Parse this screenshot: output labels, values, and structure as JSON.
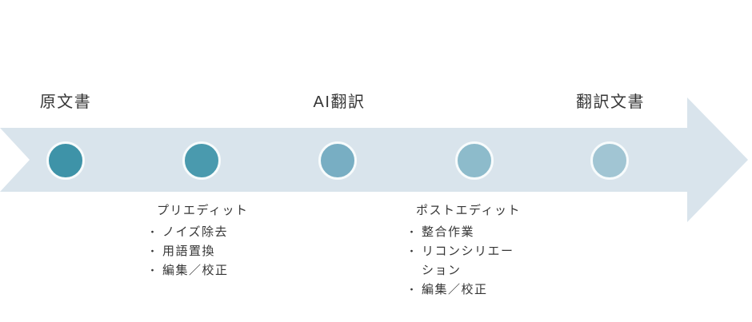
{
  "diagram": {
    "stage_labels": [
      "原文書",
      "AI翻訳",
      "翻訳文書"
    ],
    "bullet_char": "・",
    "colors": {
      "arrow": "#d9e4ec",
      "node_ring": "#f7fbfc",
      "text": "#363636"
    },
    "nodes": [
      {
        "color": "#3e93a8"
      },
      {
        "color": "#4a9aae"
      },
      {
        "color": "#78aec3"
      },
      {
        "color": "#8dbbcb"
      },
      {
        "color": "#a1c5d3"
      }
    ],
    "annotations": [
      {
        "title": "プリエディット",
        "items": [
          {
            "lines": [
              "ノイズ除去"
            ]
          },
          {
            "lines": [
              "用語置換"
            ]
          },
          {
            "lines": [
              "編集／校正"
            ]
          }
        ]
      },
      {
        "title": "ポストエディット",
        "items": [
          {
            "lines": [
              "整合作業"
            ]
          },
          {
            "lines": [
              "リコンシリエー",
              "ション"
            ]
          },
          {
            "lines": [
              "編集／校正"
            ]
          }
        ]
      }
    ]
  }
}
